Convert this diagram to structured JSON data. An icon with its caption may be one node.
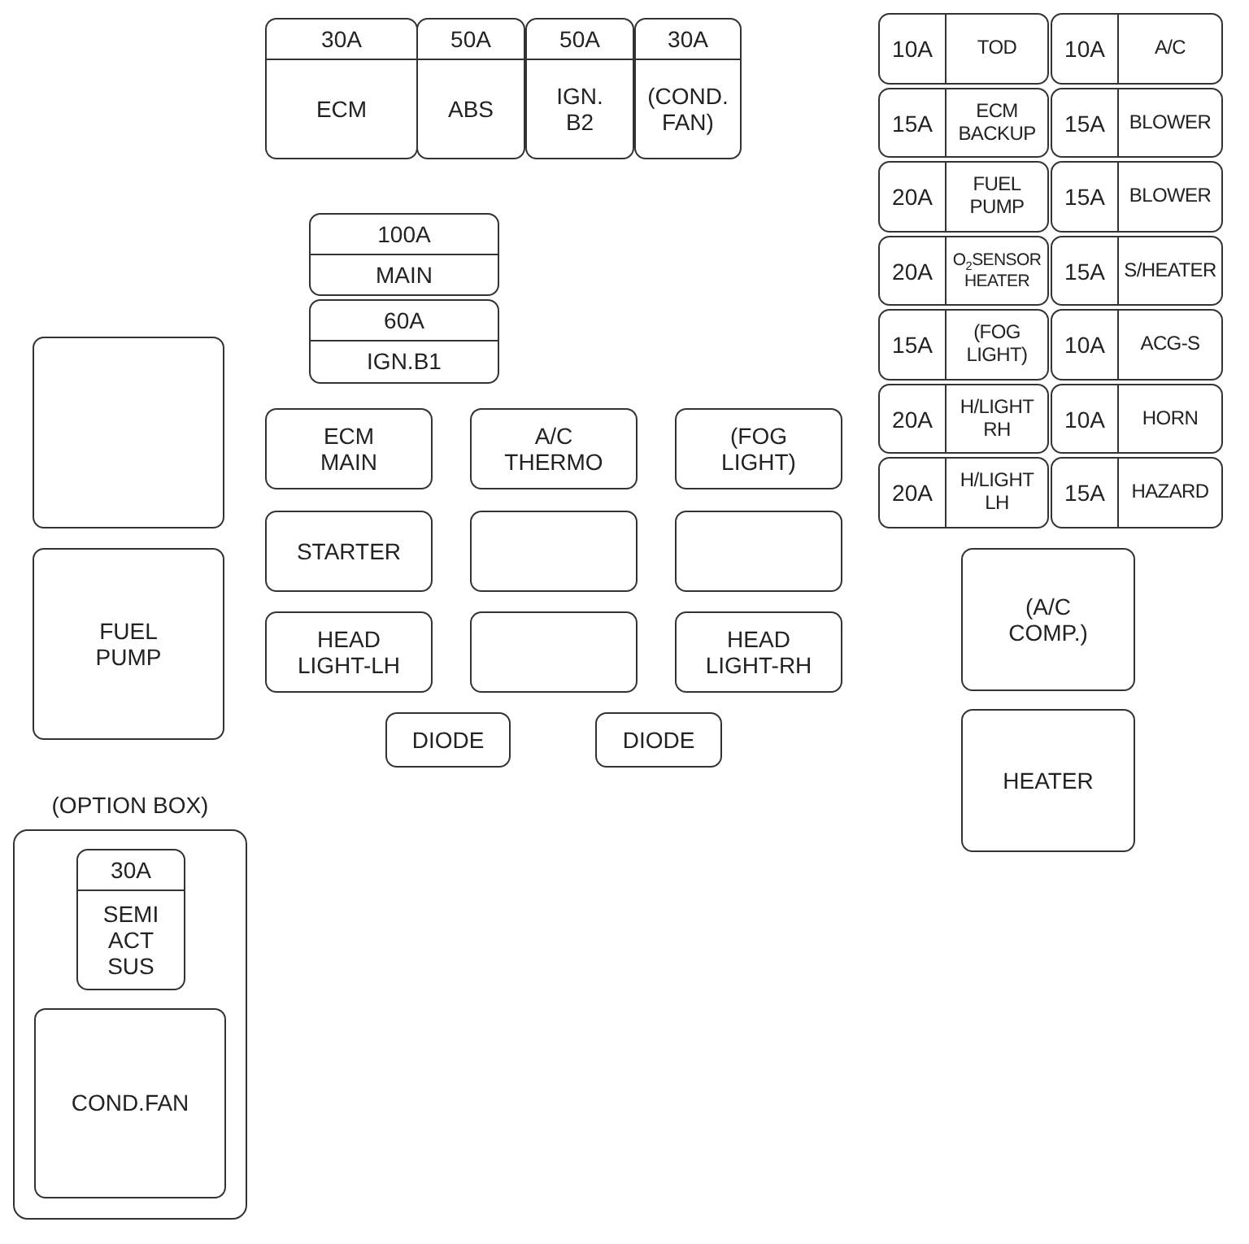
{
  "diagram": {
    "nodes": [
      {
        "text": [
          "30A",
          "ECM"
        ]
      },
      {
        "text": [
          "50A",
          "ABS"
        ]
      },
      {
        "text": [
          "50A",
          "IGN. B2"
        ]
      },
      {
        "text": [
          "30A",
          "(COND. FAN)"
        ]
      },
      {
        "text": [
          "100A",
          "MAIN"
        ]
      },
      {
        "text": [
          "60A",
          "IGN.B1"
        ]
      },
      {
        "text": [
          "10A",
          "TOD"
        ]
      },
      {
        "text": [
          "10A",
          "A/C"
        ]
      },
      {
        "text": [
          "15A",
          "ECM BACKUP"
        ]
      },
      {
        "text": [
          "15A",
          "BLOWER"
        ]
      },
      {
        "text": [
          "20A",
          "FUEL PUMP"
        ]
      },
      {
        "text": [
          "15A",
          "BLOWER"
        ]
      },
      {
        "text": [
          "20A",
          "O$_{2}$SENSOR HEATER"
        ]
      },
      {
        "text": [
          "15A",
          "S/HEATER"
        ]
      },
      {
        "text": [
          "15A",
          "(FOG LIGHT)"
        ]
      },
      {
        "text": [
          "10A",
          "ACG-S"
        ]
      },
      {
        "text": [
          "20A",
          "H/LIGHT RH"
        ]
      },
      {
        "text": [
          "10A",
          "HORN"
        ]
      },
      {
        "text": [
          "20A",
          "H/LIGHT LH"
        ]
      },
      {
        "text": [
          "15A",
          "HAZARD"
        ]
      },
      {
        "text": [],
        "shape": "box"
      },
      {
        "text": [
          "ECM MAIN"
        ]
      },
      {
        "text": [
          "A/C THERMO"
        ]
      },
      {
        "text": [
          "(FOG LIGHT)"
        ]
      },
      {
        "text": [
          "STARTER"
        ]
      },
      {
        "text": [],
        "shape": "box"
      },
      {
        "text": [],
        "shape": "box"
      },
      {
        "text": [
          "FUEL PUMP"
        ]
      },
      {
        "text": [
          "HEAD LIGHT-LH"
        ]
      },
      {
        "text": [],
        "shape": "box"
      },
      {
        "text": [
          "HEAD LIGHT-RH"
        ]
      },
      {
        "text": [
          "(A/C COMP.)"
        ]
      },
      {
        "text": [
          "DIODE"
        ]
      },
      {
        "text": [
          "DIODE"
        ]
      },
      {
        "text": [
          "HEATER"
        ]
      },
      {
        "text": [
          "(OPTION BOX)"
        ]
      },
      {
        "text": [
          "30A",
          "SEMI ACT SUS"
        ],
        "in": 35
      },
      {
        "text": [
          "COND.FAN"
        ],
        "in": 35
      }
    ]
  }
}
